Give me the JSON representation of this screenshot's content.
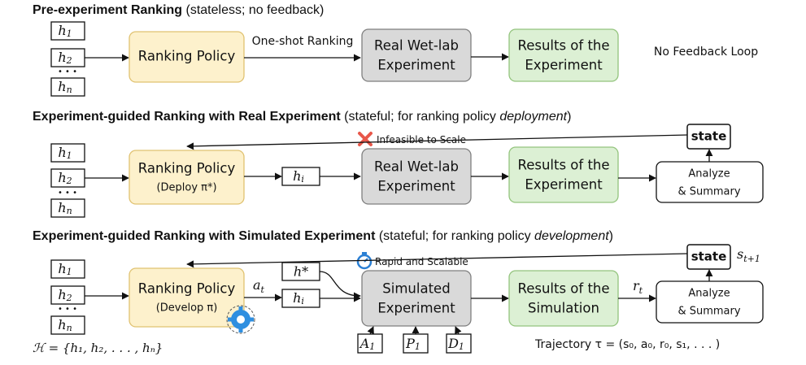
{
  "sections": [
    {
      "title_bold": "Pre-experiment Ranking",
      "title_rest": " (stateless; no feedback)",
      "title_italic": ""
    },
    {
      "title_bold": "Experiment-guided Ranking with Real Experiment",
      "title_rest": " (stateful; for ranking policy ",
      "title_italic": "deployment",
      "title_end": ")"
    },
    {
      "title_bold": "Experiment-guided Ranking with Simulated Experiment",
      "title_rest": " (stateful; for ranking policy ",
      "title_italic": "development",
      "title_end": ")"
    }
  ],
  "hypotheses": {
    "h": "h",
    "sub1": "1",
    "sub2": "2",
    "subn": "n",
    "dots": "• • •"
  },
  "row1": {
    "policy": "Ranking Policy",
    "edge_label": "One-shot Ranking",
    "experiment_line1": "Real Wet-lab",
    "experiment_line2": "Experiment",
    "results_line1": "Results of the",
    "results_line2": "Experiment",
    "no_feedback": "No Feedback Loop"
  },
  "row2": {
    "policy": "Ranking Policy",
    "policy_sub": "(Deploy π*)",
    "selected": "h",
    "selected_sub": "i",
    "infeasible": "Infeasible to Scale",
    "experiment_line1": "Real Wet-lab",
    "experiment_line2": "Experiment",
    "results_line1": "Results of the",
    "results_line2": "Experiment",
    "analyze_line1": "Analyze",
    "analyze_line2": "& Summary",
    "state": "state"
  },
  "row3": {
    "policy": "Ranking Policy",
    "policy_sub": "(Develop π)",
    "action": "a",
    "action_sub": "t",
    "hstar": "h*",
    "selected": "h",
    "selected_sub": "i",
    "rapid": "Rapid and Scalable",
    "experiment_line1": "Simulated",
    "experiment_line2": "Experiment",
    "results_line1": "Results of the",
    "results_line2": "Simulation",
    "reward": "r",
    "reward_sub": "t",
    "analyze_line1": "Analyze",
    "analyze_line2": "& Summary",
    "state": "state",
    "state_label": "s",
    "state_label_sub": "t+1",
    "inputs": [
      {
        "letter": "A",
        "sub": "1"
      },
      {
        "letter": "P",
        "sub": "1"
      },
      {
        "letter": "D",
        "sub": "1"
      }
    ],
    "hypothesis_set": "ℋ = {h₁, h₂, . . . , hₙ}",
    "trajectory": "Trajectory τ = (s₀, a₀, r₀, s₁, . . . )"
  },
  "colors": {
    "policy_fill": "#fdf1cc",
    "policy_stroke": "#e0c271",
    "experiment_fill": "#d9d9d9",
    "experiment_stroke": "#7f7f7f",
    "results_fill": "#dcf0d4",
    "results_stroke": "#93c47d",
    "infeasible_icon": "#e8574a",
    "rapid_icon": "#2a7fd4",
    "gear_icon": "#2f8fe0"
  }
}
